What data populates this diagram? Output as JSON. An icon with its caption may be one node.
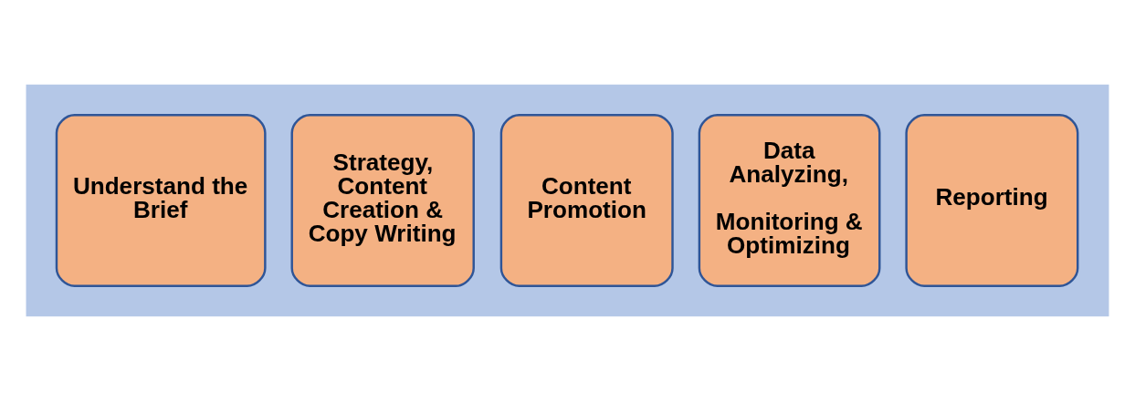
{
  "diagram": {
    "nodes": [
      {
        "text": [],
        "shape": "arrow"
      },
      {
        "text": [
          "Understand the Brief"
        ],
        "in": 0
      },
      {
        "text": [
          "Strategy, Content Creation & Copy Writing"
        ],
        "in": 0
      },
      {
        "text": [
          "Content Promotion"
        ],
        "in": 0
      },
      {
        "text": [
          "Data Analyzing,",
          "Monitoring & Optimizing"
        ],
        "in": 0
      },
      {
        "text": [
          "Reporting"
        ],
        "in": 0
      }
    ]
  }
}
